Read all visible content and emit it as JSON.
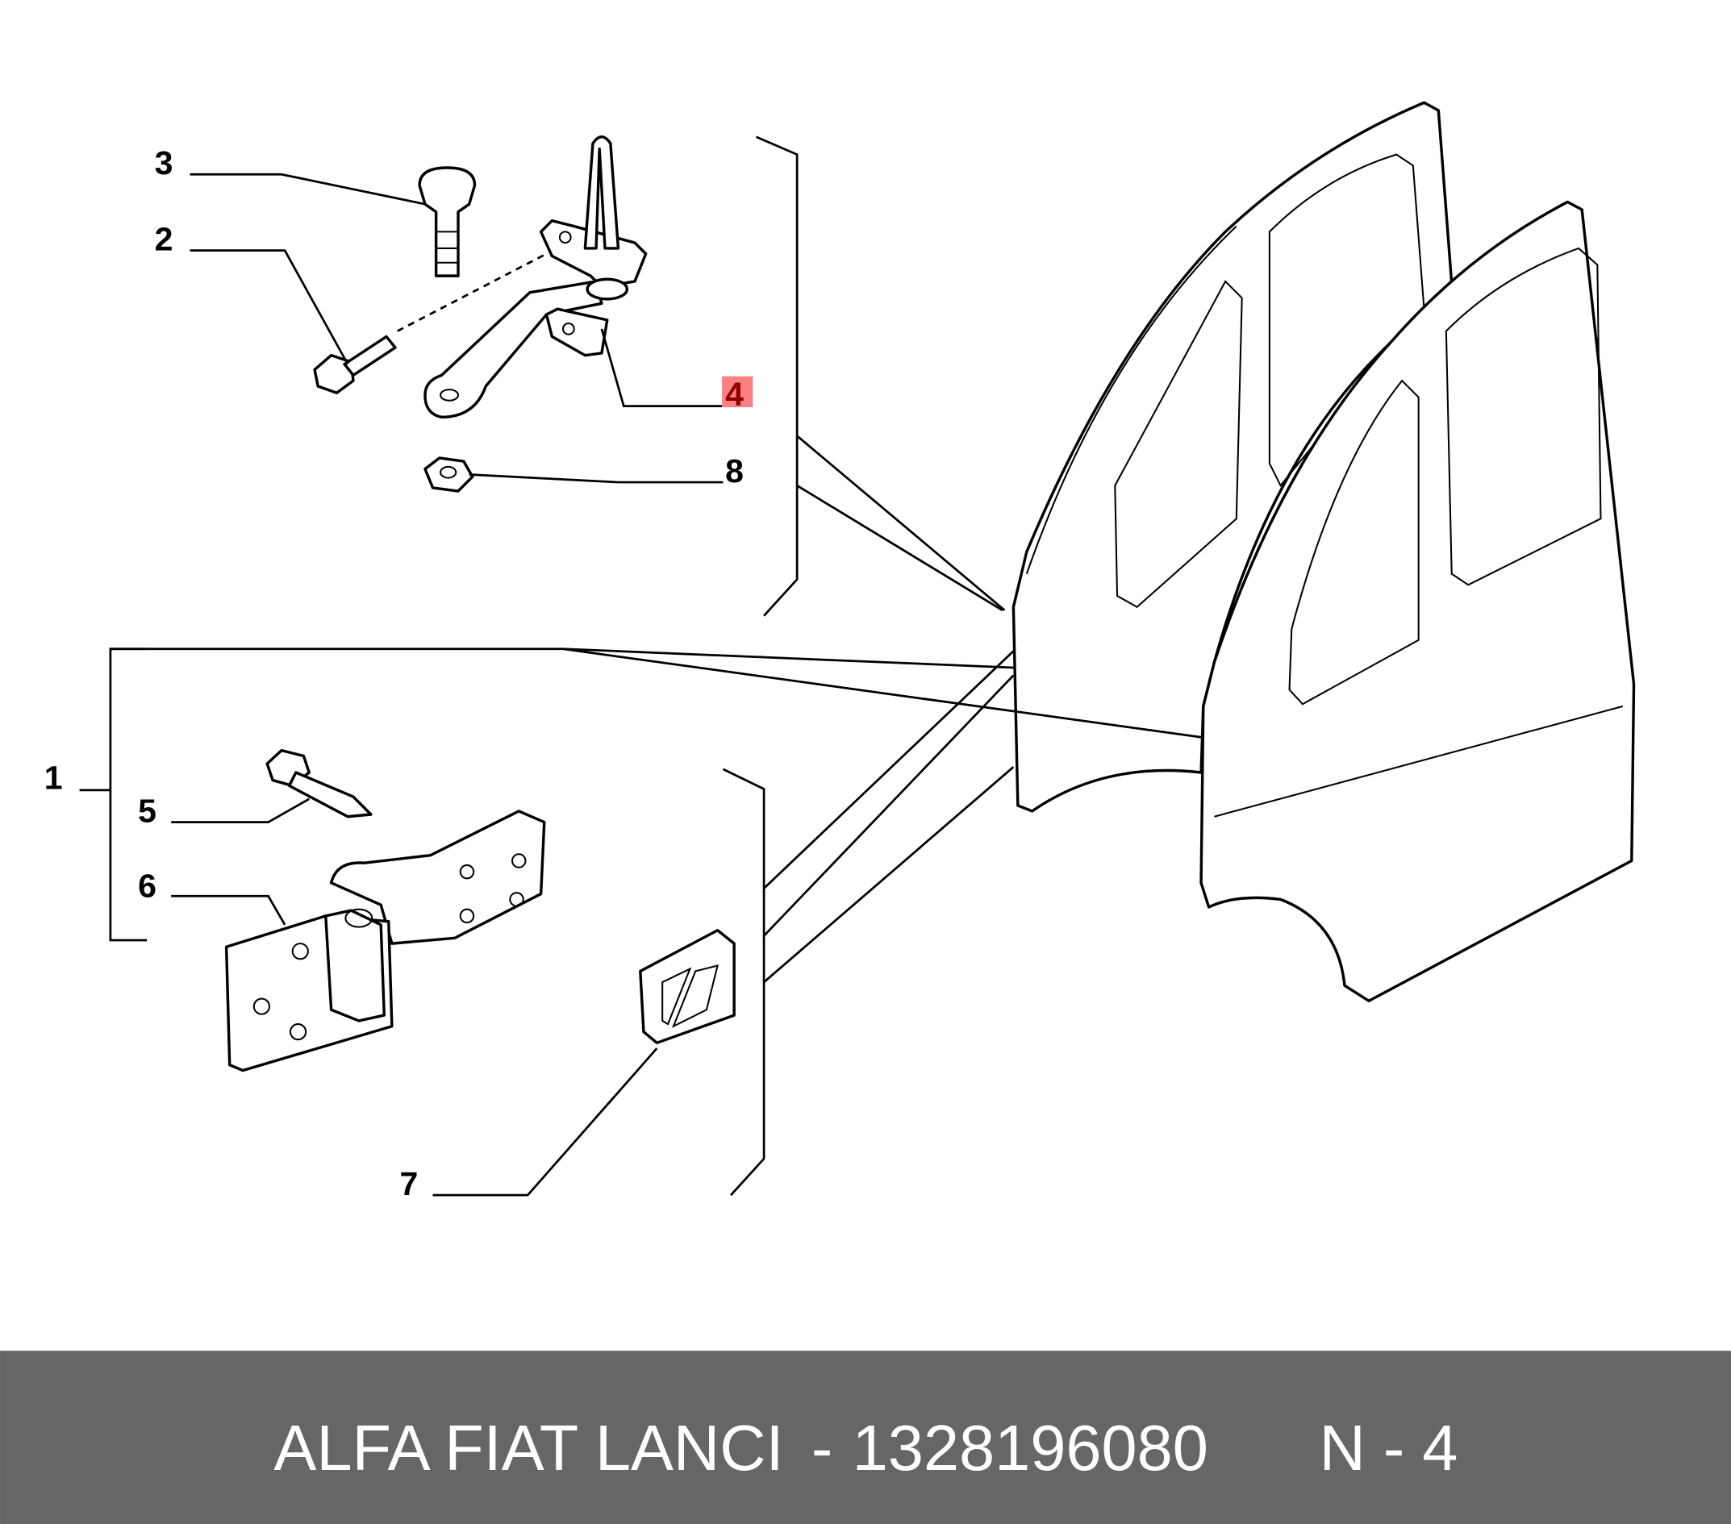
{
  "diagram": {
    "callouts": [
      {
        "id": "1",
        "label": "1"
      },
      {
        "id": "2",
        "label": "2"
      },
      {
        "id": "3",
        "label": "3"
      },
      {
        "id": "4",
        "label": "4",
        "highlighted": true
      },
      {
        "id": "5",
        "label": "5"
      },
      {
        "id": "6",
        "label": "6"
      },
      {
        "id": "7",
        "label": "7"
      },
      {
        "id": "8",
        "label": "8"
      }
    ],
    "highlight_color": "#ff8080",
    "highlight_text_color": "#8b0000"
  },
  "footer": {
    "brand": "ALFA FIAT LANCI",
    "separator": "-",
    "part_number": "1328196080",
    "position": "N - 4",
    "background": "#666666"
  }
}
